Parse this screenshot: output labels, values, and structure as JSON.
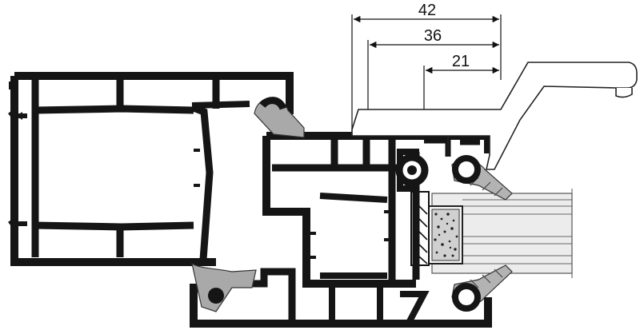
{
  "dimensions": [
    {
      "id": "dim-42",
      "label": "42",
      "value": 42
    },
    {
      "id": "dim-36",
      "label": "36",
      "value": 36
    },
    {
      "id": "dim-21",
      "label": "21",
      "value": 21
    }
  ],
  "colors": {
    "profile": "#151515",
    "gasket": "#a9a9a9",
    "glass": "#d6d6d6",
    "outline": "#333333",
    "background": "#ffffff"
  }
}
